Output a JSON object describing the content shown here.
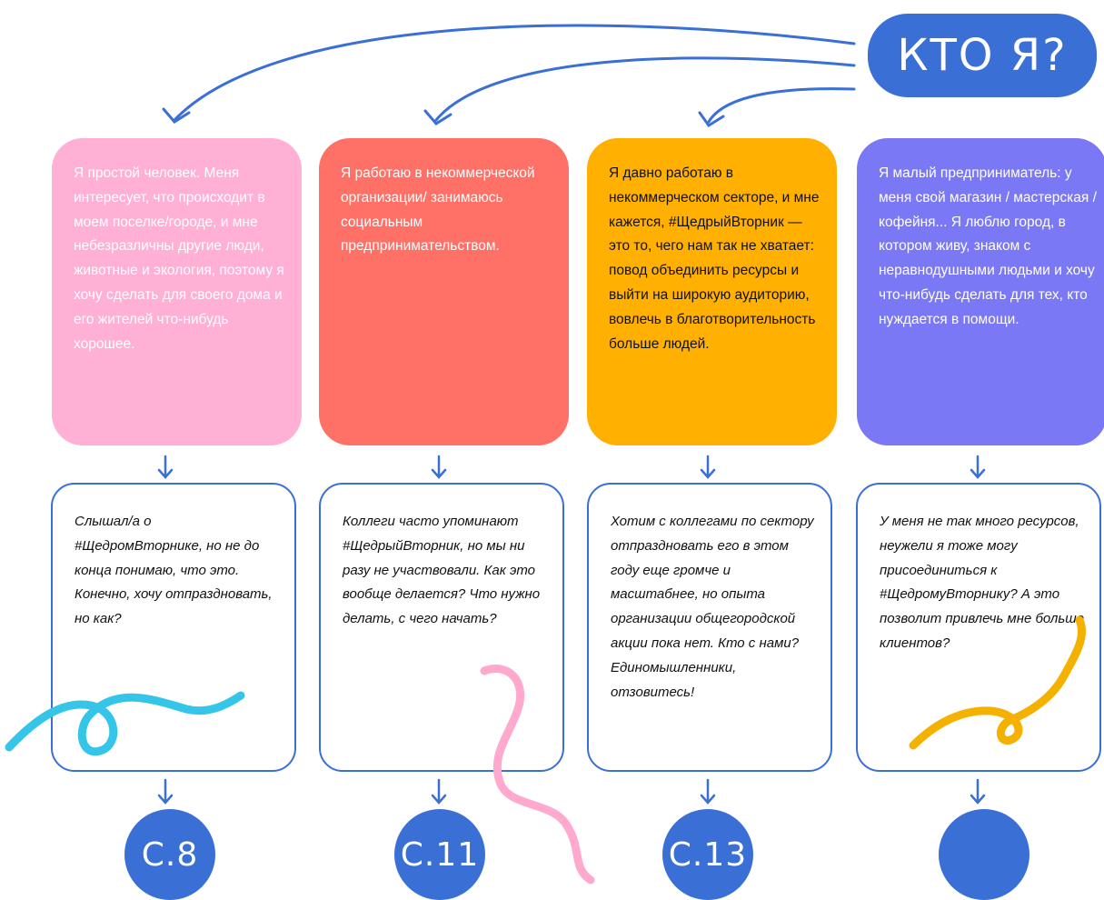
{
  "title": "КТО Я?",
  "colors": {
    "blue": "#3a6fd6",
    "pink": "#ffb0d4",
    "coral": "#ff7066",
    "amber": "#ffb000",
    "violet": "#7a78f4",
    "cyan": "#34c5e8",
    "squiggle_pink": "#ffa9cf",
    "squiggle_yellow": "#f5b100"
  },
  "columns": [
    {
      "role": "Я простой человек. Меня интересует, что происходит в моем поселке/городе, и мне небезразличны другие люди, животные и экология, поэтому я хочу сделать для своего дома и его жителей что-нибудь хорошее.",
      "question": "Слышал/а о #ЩедромВторнике, но не до конца понимаю, что это. Конечно, хочу отпраздновать, но как?",
      "page": "С.8"
    },
    {
      "role": "Я работаю в некоммерческой организации/ занимаюсь социальным предпринимательством.",
      "question": "Коллеги часто упоминают #ЩедрыйВторник, но мы ни разу не участвовали. Как это вообще делается? Что нужно делать, с чего начать?",
      "page": "С.11"
    },
    {
      "role": "Я давно работаю в некоммерческом секторе, и мне кажется, #ЩедрыйВторник — это то, чего нам так не хватает: повод объединить ресурсы и выйти на широкую аудиторию, вовлечь в благотворительность больше людей.",
      "question": "Хотим с коллегами по сектору отпраздновать его в этом году еще громче и масштабнее, но опыта организации общегородской акции пока нет. Кто с нами? Единомышленники, отзовитесь!",
      "page": "С.13"
    },
    {
      "role": "Я малый предприниматель: у меня свой магазин / мастерская / кофейня... Я люблю город, в котором живу, знаком с неравнодушными людьми и хочу что-нибудь сделать для тех, кто нуждается в помощи.",
      "question": "У меня не так много ресурсов, неужели я тоже могу присоединиться к #ЩедромуВторнику? А это позволит привлечь мне больше клиентов?",
      "page": ""
    }
  ]
}
